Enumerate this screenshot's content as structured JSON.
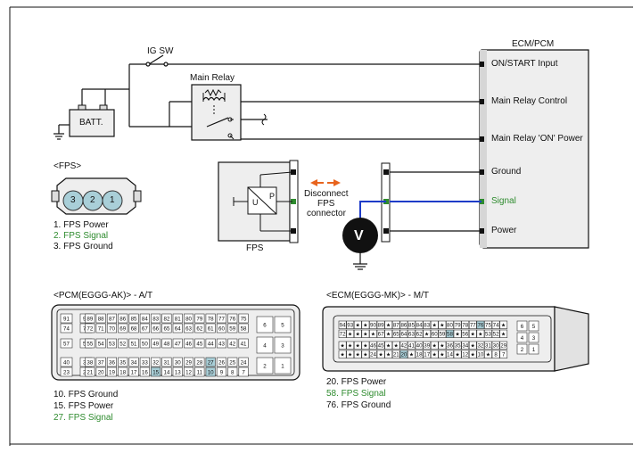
{
  "ecm_title": "ECM/PCM",
  "ecm_pins": [
    {
      "label": "ON/START Input",
      "color": "#111111"
    },
    {
      "label": "Main Relay Control",
      "color": "#111111"
    },
    {
      "label": "Main Relay 'ON' Power",
      "color": "#111111"
    },
    {
      "label": "Ground",
      "color": "#111111"
    },
    {
      "label": "Signal",
      "color": "#2e8b2e"
    },
    {
      "label": "Power",
      "color": "#111111"
    }
  ],
  "ig_sw": "IG SW",
  "main_relay": "Main Relay",
  "battery": "BATT.",
  "fps_connector_title": "<FPS>",
  "fps_pins": [
    "3",
    "2",
    "1"
  ],
  "fps_pin_list": [
    {
      "text": "1. FPS Power",
      "color": "#111111"
    },
    {
      "text": "2. FPS Signal",
      "color": "#2e8b2e"
    },
    {
      "text": "3. FPS Ground",
      "color": "#111111"
    }
  ],
  "fps_sensor_label": "FPS",
  "sensor_symbols": {
    "u": "U",
    "p": "P"
  },
  "disconnect_text": [
    "Disconnect",
    "FPS",
    "connector"
  ],
  "meter_symbol": "V",
  "pcm_title": "<PCM(EGGG-AK)> - A/T",
  "pcm_rows": [
    [
      "91",
      "90",
      "89",
      "88",
      "87",
      "86",
      "85",
      "84",
      "83",
      "82",
      "81",
      "80",
      "79",
      "78",
      "77",
      "76",
      "75"
    ],
    [
      "74",
      "73",
      "72",
      "71",
      "70",
      "69",
      "68",
      "67",
      "66",
      "65",
      "64",
      "63",
      "62",
      "61",
      "60",
      "59",
      "58"
    ],
    [
      "57",
      "56",
      "55",
      "54",
      "53",
      "52",
      "51",
      "50",
      "49",
      "48",
      "47",
      "46",
      "45",
      "44",
      "43",
      "42",
      "41"
    ],
    [
      "40",
      "39",
      "38",
      "37",
      "36",
      "35",
      "34",
      "33",
      "32",
      "31",
      "30",
      "29",
      "28",
      "27",
      "26",
      "25",
      "24"
    ],
    [
      "23",
      "22",
      "21",
      "20",
      "19",
      "18",
      "17",
      "16",
      "15",
      "14",
      "13",
      "12",
      "11",
      "10",
      "9",
      "8",
      "7"
    ]
  ],
  "pcm_side": [
    "6",
    "5",
    "4",
    "3",
    "2",
    "1"
  ],
  "pcm_pin_list": [
    {
      "text": "10. FPS Ground",
      "color": "#111111"
    },
    {
      "text": "15. FPS Power",
      "color": "#111111"
    },
    {
      "text": "27. FPS Signal",
      "color": "#2e8b2e"
    }
  ],
  "ecm_mt_title": "<ECM(EGGG-MK)> - M/T",
  "ecm_rows": [
    [
      "94",
      "93",
      "★",
      "★",
      "90",
      "89",
      "★",
      "87",
      "86",
      "85",
      "84",
      "83",
      "★",
      "★",
      "80",
      "79",
      "78",
      "77",
      "76",
      "75",
      "74",
      "★"
    ],
    [
      "72",
      "★",
      "★",
      "★",
      "★",
      "67",
      "★",
      "65",
      "64",
      "63",
      "62",
      "★",
      "60",
      "59",
      "58",
      "★",
      "56",
      "★",
      "★",
      "53",
      "52",
      "★"
    ],
    [
      "★",
      "★",
      "★",
      "★",
      "46",
      "45",
      "★",
      "★",
      "42",
      "41",
      "40",
      "39",
      "★",
      "★",
      "36",
      "35",
      "34",
      "★",
      "32",
      "31",
      "30",
      "29"
    ],
    [
      "★",
      "★",
      "★",
      "★",
      "24",
      "★",
      "★",
      "21",
      "20",
      "★",
      "18",
      "17",
      "★",
      "★",
      "14",
      "★",
      "12",
      "★",
      "10",
      "★",
      "8",
      "7"
    ]
  ],
  "ecm_side": [
    "6",
    "5",
    "4",
    "3",
    "2",
    "1"
  ],
  "ecm_pin_list": [
    {
      "text": "20. FPS Power",
      "color": "#111111"
    },
    {
      "text": "58. FPS Signal",
      "color": "#2e8b2e"
    },
    {
      "text": "76. FPS Ground",
      "color": "#111111"
    }
  ],
  "colors": {
    "wire": "#111111",
    "signal_wire": "#1e3cc8",
    "signal_text": "#2e8b2e",
    "box_fill": "#eeeeee",
    "highlight": "#a9cfd8",
    "arrow": "#e8641e"
  }
}
